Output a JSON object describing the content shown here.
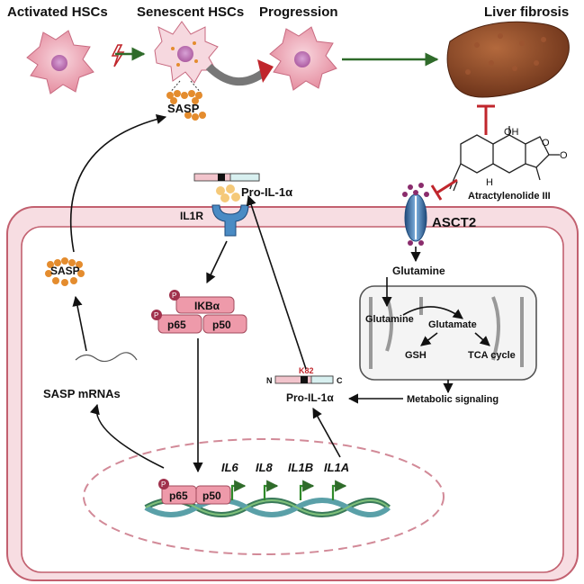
{
  "top": {
    "activated": "Activated HSCs",
    "senescent": "Senescent HSCs",
    "progression": "Progression",
    "liver": "Liver fibrosis",
    "sasp": "SASP"
  },
  "compound": {
    "name": "Atractylenolide III",
    "oh": "OH",
    "o_ring": "O",
    "o_ketone": "O",
    "h": "H"
  },
  "membrane": {
    "il1r": "IL1R",
    "asct2": "ASCT2",
    "pro_il1a_outside": "Pro-IL-1α"
  },
  "nfkb": {
    "ikba": "IKBα",
    "p65": "p65",
    "p50": "p50",
    "phos": "P"
  },
  "metabolism": {
    "glutamine_in": "Glutamine",
    "glutamine_mito": "Glutamine",
    "glutamate": "Glutamate",
    "gsh": "GSH",
    "tca": "TCA cycle",
    "metabolic_signaling": "Metabolic signaling"
  },
  "protein": {
    "k82": "K82",
    "n": "N",
    "c": "C",
    "pro_il1a_inside": "Pro-IL-1α"
  },
  "left": {
    "sasp": "SASP",
    "mrnas": "SASP mRNAs"
  },
  "nucleus": {
    "p65": "p65",
    "p50": "p50",
    "phos": "P",
    "genes": [
      "IL6",
      "IL8",
      "IL1B",
      "IL1A"
    ]
  },
  "colors": {
    "cell_fill": "#f7dde2",
    "cell_border": "#c2606f",
    "protein_pink": "#ee9aaa",
    "arrow_green": "#2f6b2a",
    "inhibit_red": "#c0262c",
    "receptor_blue": "#4a8bc4",
    "sasp_orange": "#e48c2e",
    "liver_brown": "#8c4a2a"
  }
}
